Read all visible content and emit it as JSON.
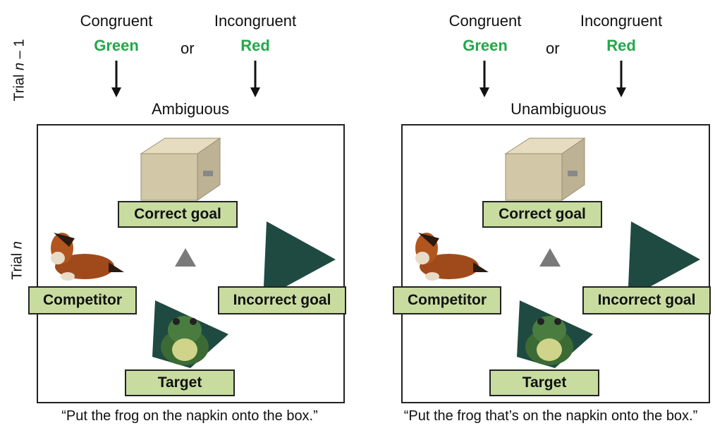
{
  "trial_prev": {
    "prefix": "Trial ",
    "n": "n",
    "suffix": " – 1"
  },
  "trial_n": {
    "prefix": "Trial ",
    "n": "n"
  },
  "header": {
    "congruent": "Congruent",
    "incongruent": "Incongruent",
    "green": "Green",
    "red": "Red",
    "or": "or"
  },
  "panels": [
    {
      "title": "Ambiguous",
      "labels": {
        "correct_goal": "Correct goal",
        "competitor": "Competitor",
        "incorrect_goal": "Incorrect goal",
        "target": "Target"
      },
      "caption": "“Put the frog on the napkin onto the box.”"
    },
    {
      "title": "Unambiguous",
      "labels": {
        "correct_goal": "Correct goal",
        "competitor": "Competitor",
        "incorrect_goal": "Incorrect goal",
        "target": "Target"
      },
      "caption": "“Put the frog that’s on the napkin onto the box.”"
    }
  ],
  "colors": {
    "condition_text": "#22a84a",
    "label_fill": "#c8dca0",
    "napkin": "#1e4a42",
    "box": "#d2c8a8",
    "fixation": "#7a7a7a"
  }
}
